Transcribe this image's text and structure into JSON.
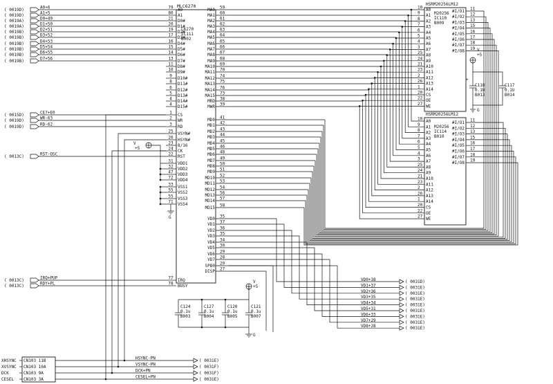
{
  "u1": {
    "title": "MLC6270",
    "ref": [
      "C6270",
      "IC111",
      "B002"
    ],
    "left_pins": [
      {
        "num": "79",
        "name": "A0"
      },
      {
        "num": "80",
        "name": "A1"
      },
      {
        "num": "21",
        "name": "D0#"
      },
      {
        "num": "20",
        "name": "D1#"
      },
      {
        "num": "19",
        "name": "D2#"
      },
      {
        "num": "17",
        "name": "D3#"
      },
      {
        "num": "16",
        "name": "D4#"
      },
      {
        "num": "15",
        "name": "D5#"
      },
      {
        "num": "14",
        "name": "D6#"
      },
      {
        "num": "13",
        "name": "D7#"
      },
      {
        "num": "11",
        "name": "D8#"
      },
      {
        "num": "10",
        "name": "D9#"
      },
      {
        "num": "9",
        "name": "D10#"
      },
      {
        "num": "8",
        "name": "D11#"
      },
      {
        "num": "6",
        "name": "D12#"
      },
      {
        "num": "5",
        "name": "D13#"
      },
      {
        "num": "4",
        "name": "D14#"
      },
      {
        "num": "4",
        "name": "D15#"
      },
      {
        "num": "1",
        "name": "CS"
      },
      {
        "num": "2",
        "name": "WR"
      },
      {
        "num": "3",
        "name": "RD"
      },
      {
        "num": "25",
        "name": "VSYN#"
      },
      {
        "num": "26",
        "name": "HSYN#"
      },
      {
        "num": "23",
        "name": "8/16"
      },
      {
        "num": "24",
        "name": "CK"
      },
      {
        "num": "22",
        "name": "RST"
      },
      {
        "num": "31",
        "name": "VDD1"
      },
      {
        "num": "32",
        "name": "VDD2"
      },
      {
        "num": "47",
        "name": "VDD3"
      },
      {
        "num": "72",
        "name": "VDD4"
      },
      {
        "num": "33",
        "name": "VSS1"
      },
      {
        "num": "55",
        "name": "VSS2"
      },
      {
        "num": "55",
        "name": "VSS3"
      },
      {
        "num": "71",
        "name": "VSS4"
      },
      {
        "num": "77",
        "name": "IRQ"
      },
      {
        "num": "78",
        "name": "BUSY"
      }
    ],
    "right_pins": [
      {
        "num": "59",
        "name": "MA0"
      },
      {
        "num": "60",
        "name": "MA1"
      },
      {
        "num": "61",
        "name": "MA2"
      },
      {
        "num": "62",
        "name": "MA3"
      },
      {
        "num": "63",
        "name": "MA4"
      },
      {
        "num": "64",
        "name": "MA5"
      },
      {
        "num": "65",
        "name": "MA6"
      },
      {
        "num": "66",
        "name": "MA7"
      },
      {
        "num": "67",
        "name": "MA8"
      },
      {
        "num": "68",
        "name": "MA9"
      },
      {
        "num": "69",
        "name": "MA10"
      },
      {
        "num": "70",
        "name": "MA11"
      },
      {
        "num": "74",
        "name": "MA12"
      },
      {
        "num": "75",
        "name": "MA13"
      },
      {
        "num": "76",
        "name": "MA14"
      },
      {
        "num": "73",
        "name": "MA15"
      },
      {
        "num": "38",
        "name": "MRD"
      },
      {
        "num": "39",
        "name": "MWR"
      },
      {
        "num": "41",
        "name": "MD0"
      },
      {
        "num": "42",
        "name": "MD1"
      },
      {
        "num": "43",
        "name": "MD2"
      },
      {
        "num": "44",
        "name": "MD3"
      },
      {
        "num": "45",
        "name": "MD4"
      },
      {
        "num": "46",
        "name": "MD5"
      },
      {
        "num": "48",
        "name": "MD6"
      },
      {
        "num": "49",
        "name": "MD7"
      },
      {
        "num": "50",
        "name": "MD8"
      },
      {
        "num": "51",
        "name": "MD9"
      },
      {
        "num": "52",
        "name": "MD10"
      },
      {
        "num": "53",
        "name": "MD11"
      },
      {
        "num": "54",
        "name": "MD12"
      },
      {
        "num": "56",
        "name": "MD13"
      },
      {
        "num": "57",
        "name": "MD14"
      },
      {
        "num": "58",
        "name": "MD15"
      },
      {
        "num": "35",
        "name": "VD0"
      },
      {
        "num": "37",
        "name": "VD1"
      },
      {
        "num": "36",
        "name": "VD2"
      },
      {
        "num": "35",
        "name": "VD3"
      },
      {
        "num": "34",
        "name": "VD4"
      },
      {
        "num": "30",
        "name": "VD5"
      },
      {
        "num": "29",
        "name": "VD6"
      },
      {
        "num": "28",
        "name": "VD7"
      },
      {
        "num": "29",
        "name": "SPB0"
      },
      {
        "num": "27",
        "name": "DISP"
      }
    ]
  },
  "sram1": {
    "title": "HSRM20256LM12",
    "ref": [
      "M20256",
      "IC110",
      "B009"
    ],
    "left_pins": [
      {
        "num": "10",
        "name": "A0"
      },
      {
        "num": "9",
        "name": "A1"
      },
      {
        "num": "8",
        "name": "A2"
      },
      {
        "num": "7",
        "name": "A3"
      },
      {
        "num": "6",
        "name": "A4"
      },
      {
        "num": "5",
        "name": "A5"
      },
      {
        "num": "4",
        "name": "A6"
      },
      {
        "num": "3",
        "name": "A7"
      },
      {
        "num": "25",
        "name": "A8"
      },
      {
        "num": "24",
        "name": "A9"
      },
      {
        "num": "21",
        "name": "A10"
      },
      {
        "num": "23",
        "name": "A11"
      },
      {
        "num": "2",
        "name": "A12"
      },
      {
        "num": "26",
        "name": "A13"
      },
      {
        "num": "1",
        "name": "A14"
      },
      {
        "num": "20",
        "name": "CS"
      },
      {
        "num": "22",
        "name": "OE"
      },
      {
        "num": "27",
        "name": "WE"
      }
    ],
    "right_pins": [
      {
        "num": "11",
        "name": "#I/O1"
      },
      {
        "num": "12",
        "name": "#I/O2"
      },
      {
        "num": "13",
        "name": "#I/O3"
      },
      {
        "num": "15",
        "name": "#I/O4"
      },
      {
        "num": "16",
        "name": "#I/O5"
      },
      {
        "num": "17",
        "name": "#I/O6"
      },
      {
        "num": "18",
        "name": "#I/O7"
      },
      {
        "num": "19",
        "name": "#I/O8"
      }
    ]
  },
  "sram2": {
    "title": "HSRM20256LM12",
    "ref": [
      "M20256",
      "IC114",
      "B010"
    ],
    "left_pins": [
      {
        "num": "10",
        "name": "A0"
      },
      {
        "num": "9",
        "name": "A1"
      },
      {
        "num": "8",
        "name": "A2"
      },
      {
        "num": "7",
        "name": "A3"
      },
      {
        "num": "6",
        "name": "A4"
      },
      {
        "num": "5",
        "name": "A5"
      },
      {
        "num": "4",
        "name": "A6"
      },
      {
        "num": "3",
        "name": "A7"
      },
      {
        "num": "25",
        "name": "A8"
      },
      {
        "num": "24",
        "name": "A9"
      },
      {
        "num": "21",
        "name": "A10"
      },
      {
        "num": "23",
        "name": "A11"
      },
      {
        "num": "2",
        "name": "A12"
      },
      {
        "num": "26",
        "name": "A13"
      },
      {
        "num": "1",
        "name": "A14"
      },
      {
        "num": "20",
        "name": "CS"
      },
      {
        "num": "22",
        "name": "OE"
      },
      {
        "num": "27",
        "name": "WE"
      }
    ],
    "right_pins": [
      {
        "num": "11",
        "name": "#I/O1"
      },
      {
        "num": "12",
        "name": "#I/O2"
      },
      {
        "num": "13",
        "name": "#I/O3"
      },
      {
        "num": "15",
        "name": "#I/O4"
      },
      {
        "num": "16",
        "name": "#I/O5"
      },
      {
        "num": "17",
        "name": "#I/O6"
      },
      {
        "num": "18",
        "name": "#I/O7"
      },
      {
        "num": "19",
        "name": "#I/O8"
      }
    ]
  },
  "left_connectors": [
    {
      "ref": "( 0019D)",
      "sig": "A0+6"
    },
    {
      "ref": "( 0019D)",
      "sig": "A1+5"
    },
    {
      "ref": "( 0019A)",
      "sig": "D0+49"
    },
    {
      "ref": "( 0019A)",
      "sig": "D1+50"
    },
    {
      "ref": "( 0019B)",
      "sig": "D2+51"
    },
    {
      "ref": "( 0019B)",
      "sig": "D3+52"
    },
    {
      "ref": "( 0019B)",
      "sig": "D4+53"
    },
    {
      "ref": "( 0019B)",
      "sig": "D5+54"
    },
    {
      "ref": "( 0019B)",
      "sig": "D6+55"
    },
    {
      "ref": "( 0019B)",
      "sig": "D7+56"
    },
    {
      "ref": "( 0015D)",
      "sig": "CE7+E0"
    },
    {
      "ref": "( 0019D)",
      "sig": "WR-63"
    },
    {
      "ref": "( 0019D)",
      "sig": "RD-62"
    },
    {
      "ref": "( 0013C)",
      "sig": "RST-OSC"
    },
    {
      "ref": "( 0013C)",
      "sig": "IRQ+PUP"
    },
    {
      "ref": "( 0013C)",
      "sig": "RDY+PL"
    }
  ],
  "vd_outputs": [
    {
      "sig": "VD0+38",
      "ref": "( 0031D)"
    },
    {
      "sig": "VD1+37",
      "ref": "( 0031E)"
    },
    {
      "sig": "VD2+36",
      "ref": "( 0031E)"
    },
    {
      "sig": "VD3+35",
      "ref": "( 0031E)"
    },
    {
      "sig": "VD4+34",
      "ref": "( 0031E)"
    },
    {
      "sig": "VD5+31",
      "ref": "( 0031E)"
    },
    {
      "sig": "VD6+33",
      "ref": "( 0031E)"
    },
    {
      "sig": "VD7+29",
      "ref": "( 0031E)"
    },
    {
      "sig": "VD8+28",
      "ref": "( 0031E)"
    }
  ],
  "bottom_signals": [
    {
      "name": "XHSYNC",
      "conn": "CN103 11B",
      "sig": "HSYNC-PN",
      "ref": "( 0031E)"
    },
    {
      "name": "XVSYNC",
      "conn": "CN103 10A",
      "sig": "VSYNC-PN",
      "ref": "( 0031F)"
    },
    {
      "name": "DCK",
      "conn": "CN103 9A",
      "sig": "DCK+PN",
      "ref": "( 0031F)"
    },
    {
      "name": "CESEL",
      "conn": "CN103 3A",
      "sig": "CESEL+PN",
      "ref": "( 0031E)"
    }
  ],
  "caps_bottom": [
    {
      "ref": "C124",
      "val": "0.1u",
      "code": "B003"
    },
    {
      "ref": "C127",
      "val": "0.1u",
      "code": "B004"
    },
    {
      "ref": "C120",
      "val": "0.1u",
      "code": "B005"
    },
    {
      "ref": "C121",
      "val": "0.1u",
      "code": "B007"
    }
  ],
  "caps_top": [
    {
      "ref": "C118",
      "val": "0.1U",
      "code": "B013"
    },
    {
      "ref": "C117",
      "val": "0.1U",
      "code": "B014"
    }
  ],
  "power": {
    "vplus": "V",
    "vplus2": "+5",
    "gnd": "G"
  }
}
